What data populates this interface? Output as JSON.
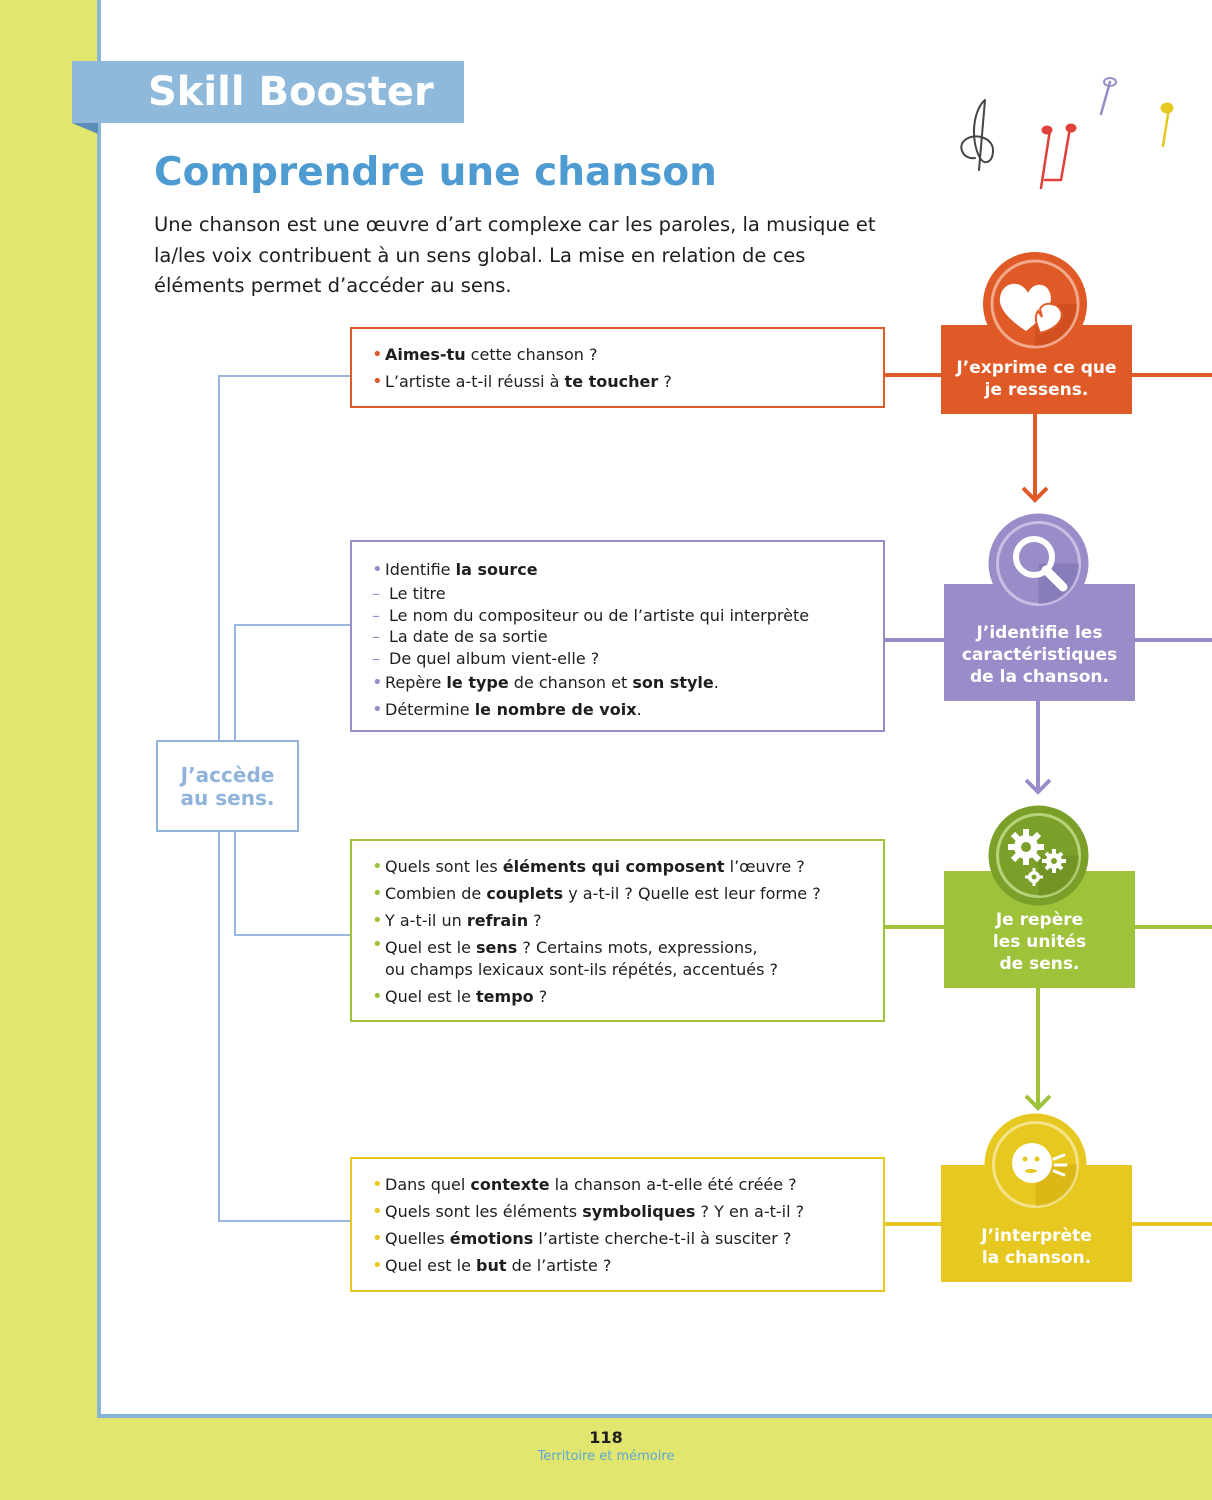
{
  "banner": {
    "label": "Skill Booster"
  },
  "title": "Comprendre une chanson",
  "intro": "Une chanson est une œuvre d’art complexe car les paroles, la musique et la/les voix contribuent à un sens global. La mise en relation de ces éléments permet d’accéder au sens.",
  "access_box": {
    "line1": "J’accède",
    "line2": "au sens."
  },
  "steps": [
    {
      "line1": "J’exprime ce que",
      "line2": "je ressens.",
      "line3": "",
      "color": "#df5a26",
      "icon": "broken-heart-icon"
    },
    {
      "line1": "J’identifie les",
      "line2": "caractéristiques",
      "line3": "de la chanson.",
      "color": "#9a8cc8",
      "icon": "magnifier-icon"
    },
    {
      "line1": "Je repère",
      "line2": "les unités",
      "line3": "de sens.",
      "color": "#9ec23a",
      "icon": "gears-icon"
    },
    {
      "line1": "J’interprète",
      "line2": "la chanson.",
      "line3": "",
      "color": "#e7c820",
      "icon": "singing-face-icon"
    }
  ],
  "boxes": {
    "feel": {
      "i1": {
        "b": "Aimes-tu",
        "t": " cette chanson ?"
      },
      "i2": {
        "t": "L’artiste a-t-il réussi à ",
        "b": "te toucher",
        "t2": " ?"
      }
    },
    "identify": {
      "i1": {
        "t": "Identifie ",
        "b": "la source"
      },
      "subs": [
        "Le titre",
        "Le nom du compositeur ou de l’artiste qui interprète",
        "La date de sa sortie",
        "De quel album vient-elle ?"
      ],
      "i2": {
        "t": "Repère ",
        "b": "le type",
        "t2": " de chanson et ",
        "b2": "son style",
        "t3": "."
      },
      "i3": {
        "t": "Détermine ",
        "b": "le nombre de voix",
        "t2": "."
      }
    },
    "units": {
      "i1": {
        "t": "Quels sont les ",
        "b": "éléments qui composent",
        "t2": " l’œuvre ?"
      },
      "i2": {
        "t": "Combien de ",
        "b": "couplets",
        "t2": " y a-t-il ? Quelle est leur forme ?"
      },
      "i3": {
        "t": "Y a-t-il un ",
        "b": "refrain",
        "t2": " ?"
      },
      "i4": {
        "t": "Quel est le ",
        "b": "sens",
        "t2": " ? Certains mots, expressions,",
        "cont": "ou champs lexicaux sont-ils répétés, accentués ?"
      },
      "i5": {
        "t": "Quel est le ",
        "b": "tempo",
        "t2": " ?"
      }
    },
    "interpret": {
      "i1": {
        "t": "Dans quel ",
        "b": "contexte",
        "t2": " la chanson a-t-elle été créée ?"
      },
      "i2": {
        "t": "Quels sont les éléments ",
        "b": "symboliques",
        "t2": " ? Y en a-t-il ?"
      },
      "i3": {
        "t": "Quelles ",
        "b": "émotions",
        "t2": " l’artiste cherche-t-il à susciter ?"
      },
      "i4": {
        "t": "Quel est le ",
        "b": "but",
        "t2": " de l’artiste ?"
      }
    }
  },
  "decoration": {
    "icon": "music-notes-icon"
  },
  "footer": {
    "page_number": "118",
    "section": "Territoire et mémoire"
  }
}
